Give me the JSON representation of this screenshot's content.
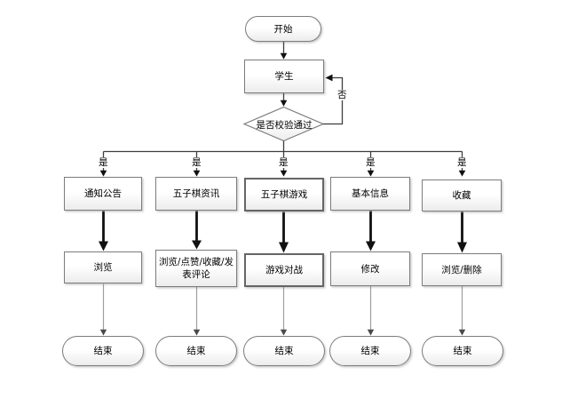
{
  "diagram": {
    "type": "flowchart",
    "nodes": {
      "start": "开始",
      "student": "学生",
      "decision": "是否校验通过",
      "notice": "通知公告",
      "news": "五子棋资讯",
      "game": "五子棋游戏",
      "info": "基本信息",
      "favorites": "收藏",
      "browse": "浏览",
      "news_actions": "浏览/点赞/收藏/发表评论",
      "battle": "游戏对战",
      "modify": "修改",
      "favorites_actions": "浏览/删除",
      "end": "结束"
    },
    "edge_labels": {
      "yes": "是",
      "no": "否"
    },
    "edges": [
      {
        "from": "start",
        "to": "student",
        "label": ""
      },
      {
        "from": "student",
        "to": "decision",
        "label": ""
      },
      {
        "from": "decision",
        "to": "student",
        "label": "否"
      },
      {
        "from": "decision",
        "to": "notice",
        "label": "是"
      },
      {
        "from": "decision",
        "to": "news",
        "label": "是"
      },
      {
        "from": "decision",
        "to": "game",
        "label": "是"
      },
      {
        "from": "decision",
        "to": "info",
        "label": "是"
      },
      {
        "from": "decision",
        "to": "favorites",
        "label": "是"
      },
      {
        "from": "notice",
        "to": "browse",
        "label": ""
      },
      {
        "from": "news",
        "to": "news_actions",
        "label": ""
      },
      {
        "from": "game",
        "to": "battle",
        "label": ""
      },
      {
        "from": "info",
        "to": "modify",
        "label": ""
      },
      {
        "from": "favorites",
        "to": "favorites_actions",
        "label": ""
      },
      {
        "from": "browse",
        "to": "end",
        "label": ""
      },
      {
        "from": "news_actions",
        "to": "end",
        "label": ""
      },
      {
        "from": "battle",
        "to": "end",
        "label": ""
      },
      {
        "from": "modify",
        "to": "end",
        "label": ""
      },
      {
        "from": "favorites_actions",
        "to": "end",
        "label": ""
      }
    ],
    "colors": {
      "shape_border": "#7c7c7c",
      "shape_fill_top": "#ffffff",
      "shape_fill_bottom": "#ececec",
      "line_main": "#3d3d3d",
      "arrowhead": "#111111",
      "line_light": "#9e9e9e",
      "background": "#ffffff"
    }
  }
}
